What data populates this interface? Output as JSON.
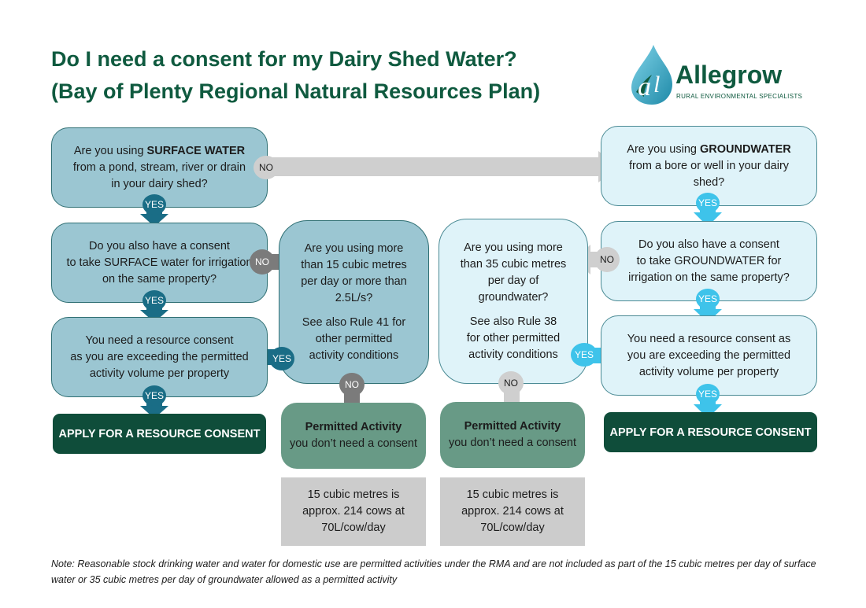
{
  "title": {
    "line1": "Do I need a consent for my Dairy Shed Water?",
    "line2": "(Bay of Plenty Regional Natural Resources Plan)"
  },
  "logo": {
    "name": "Allegrow",
    "tagline": "RURAL ENVIRONMENTAL SPECIALISTS"
  },
  "left": {
    "q1": {
      "prefix": "Are you using ",
      "bold": "SURFACE WATER",
      "line2": "from a pond, stream, river or drain",
      "line3": "in your dairy shed?"
    },
    "q2": {
      "line1": "Do you also have a consent",
      "line2": "to take SURFACE water for irrigation",
      "line3": "on the same property?"
    },
    "q3": {
      "line1": "You need a resource consent",
      "line2": "as you are exceeding the permitted",
      "line3": "activity volume per property"
    },
    "apply": "APPLY FOR A RESOURCE CONSENT",
    "q4": {
      "line1": "Are you using more",
      "line2": "than 15 cubic metres",
      "line3": "per day or more than",
      "line4": "2.5L/s?",
      "line5": "See also Rule 41 for",
      "line6": "other permitted",
      "line7": "activity conditions"
    },
    "permitted": {
      "title": "Permitted Activity",
      "text": "you don’t need a consent"
    },
    "note": {
      "line1": "15 cubic metres is",
      "line2": "approx. 214 cows at",
      "line3": "70L/cow/day"
    }
  },
  "right": {
    "q1": {
      "prefix": "Are you using ",
      "bold": "GROUNDWATER",
      "line2": "from a bore or well in your dairy",
      "line3": "shed?"
    },
    "q2": {
      "line1": "Do you also have a consent",
      "line2": "to take GROUNDWATER for",
      "line3": "irrigation on the same property?"
    },
    "q3": {
      "line1": "You need a resource consent as",
      "line2": "you are exceeding the permitted",
      "line3": "activity volume per property"
    },
    "apply": "APPLY FOR A RESOURCE CONSENT",
    "q4": {
      "line1": "Are you using more",
      "line2": "than 35 cubic metres",
      "line3": "per day of",
      "line4": "groundwater?",
      "line5": "See also Rule 38",
      "line6": "for other permitted",
      "line7": "activity conditions"
    },
    "permitted": {
      "title": "Permitted Activity",
      "text": "you don’t need a consent"
    },
    "note": {
      "line1": "15 cubic metres is",
      "line2": "approx. 214 cows at",
      "line3": "70L/cow/day"
    }
  },
  "labels": {
    "yes": "YES",
    "no": "NO"
  },
  "footnote": "Note: Reasonable stock drinking water and water for domestic use are permitted activities under the RMA and are not included as part of the 15 cubic metres per day of surface water or 35 cubic metres per day of groundwater allowed as a permitted activity",
  "colors": {
    "title_green": "#0f5a3f",
    "surface_box": "#9bc6d2",
    "ground_box": "#dff3f9",
    "dark_teal_arrow": "#1a6d86",
    "cyan_arrow": "#3ec3ea",
    "apply_pill": "#0f4d3a",
    "permitted_box": "#689a86",
    "grey_note": "#cccccc"
  }
}
